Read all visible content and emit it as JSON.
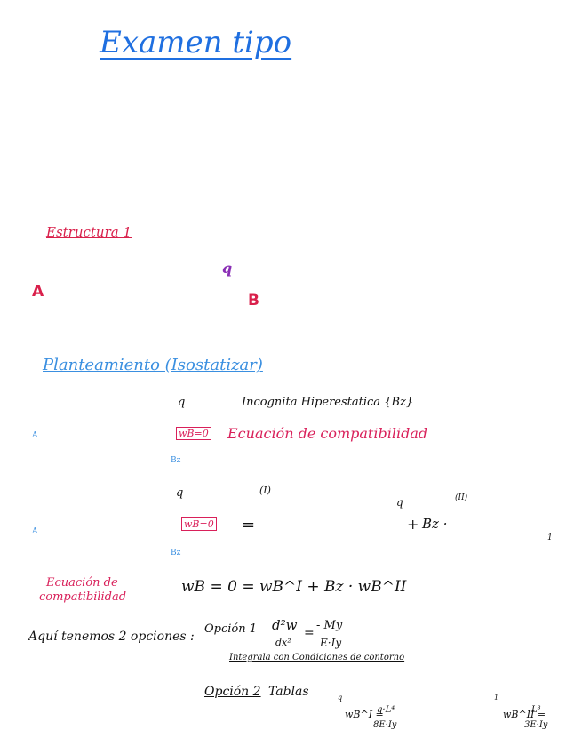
{
  "title": "Examen tipo",
  "section": {
    "label": "Estructura 1"
  },
  "fig1": {
    "support_a": "A",
    "support_b": "B",
    "load": "q"
  },
  "planteamiento": {
    "heading": "Planteamiento (Isostatizar)"
  },
  "fig2": {
    "load": "q",
    "support_a": "A",
    "condition": "wB=0",
    "reaction": "Bz",
    "unknown": "Incognita Hiperestatica {Bz}",
    "compat": "Ecuación de compatibilidad"
  },
  "fig3": {
    "load": "q",
    "support_a": "A",
    "condition": "wB=0",
    "reaction": "Bz",
    "equals": "=",
    "case1_label": "(I)",
    "case1_load": "q",
    "plus": "+",
    "bz_mult": "Bz ·",
    "case2_label": "(II)",
    "unit_load": "1"
  },
  "compat_eq": {
    "label_line1": "Ecuación de",
    "label_line2": "compatibilidad",
    "equation": "wB = 0 = wB^I + Bz · wB^II"
  },
  "options": {
    "intro": "Aquí tenemos 2 opciones :",
    "opt1_label": "Opción 1",
    "opt1_lhs_num": "d²w",
    "opt1_lhs_den": "dx²",
    "opt1_rhs_num": "- My",
    "opt1_rhs_den": "E·Iy",
    "opt1_note": "Integrala con Condiciones de contorno",
    "opt2_label": "Opción 2",
    "opt2_text": "Tablas",
    "tbl1_lhs": "wB^I =",
    "tbl1_num": "q·L⁴",
    "tbl1_den": "8E·Iy",
    "tbl1_load": "q",
    "tbl2_lhs": "wB^II =",
    "tbl2_num": "L³",
    "tbl2_den": "3E·Iy",
    "tbl2_load": "1"
  },
  "colors": {
    "blue": "#1f6fe0",
    "red": "#d9204b",
    "purple": "#8a2fb5",
    "pink": "#d9205a",
    "lightblue": "#3a8fe0"
  }
}
